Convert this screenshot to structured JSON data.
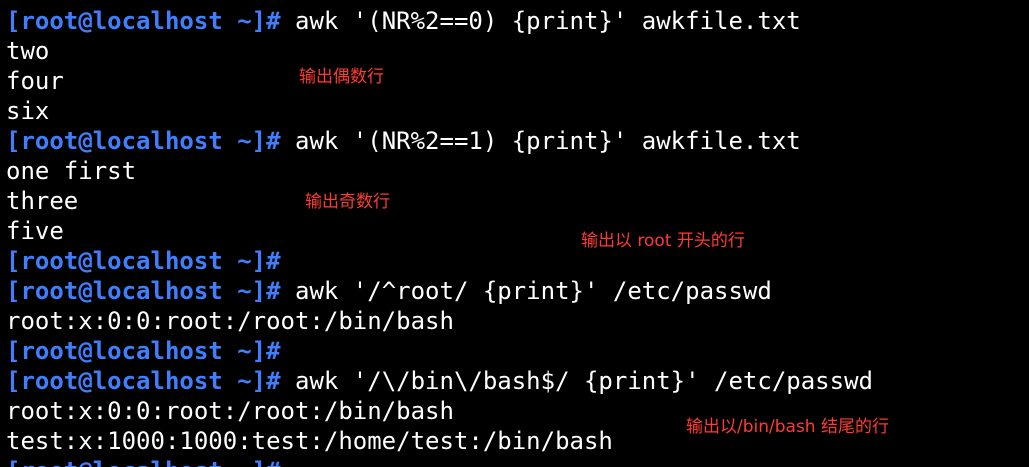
{
  "colors": {
    "background": "#000000",
    "prompt": "#3f7fff",
    "text": "#ffffff",
    "annotation": "#ff3b30"
  },
  "lines": [
    {
      "prompt": "[root@localhost ~]#",
      "text": " awk '(NR%2==0) {print}' awkfile.txt"
    },
    {
      "prompt": "",
      "text": "two"
    },
    {
      "prompt": "",
      "text": "four"
    },
    {
      "prompt": "",
      "text": "six"
    },
    {
      "prompt": "[root@localhost ~]#",
      "text": " awk '(NR%2==1) {print}' awkfile.txt"
    },
    {
      "prompt": "",
      "text": "one first"
    },
    {
      "prompt": "",
      "text": "three"
    },
    {
      "prompt": "",
      "text": "five"
    },
    {
      "prompt": "[root@localhost ~]#",
      "text": ""
    },
    {
      "prompt": "[root@localhost ~]#",
      "text": " awk '/^root/ {print}' /etc/passwd"
    },
    {
      "prompt": "",
      "text": "root:x:0:0:root:/root:/bin/bash"
    },
    {
      "prompt": "[root@localhost ~]#",
      "text": ""
    },
    {
      "prompt": "[root@localhost ~]#",
      "text": " awk '/\\/bin\\/bash$/ {print}' /etc/passwd"
    },
    {
      "prompt": "",
      "text": "root:x:0:0:root:/root:/bin/bash"
    },
    {
      "prompt": "",
      "text": "test:x:1000:1000:test:/home/test:/bin/bash"
    },
    {
      "prompt": "[root@localhost ~]#",
      "text": ""
    }
  ],
  "annotations": {
    "even_lines": "输出偶数行",
    "odd_lines": "输出奇数行",
    "starts_with_root": "输出以 root 开头的行",
    "ends_with_bash": "输出以/bin/bash 结尾的行"
  }
}
